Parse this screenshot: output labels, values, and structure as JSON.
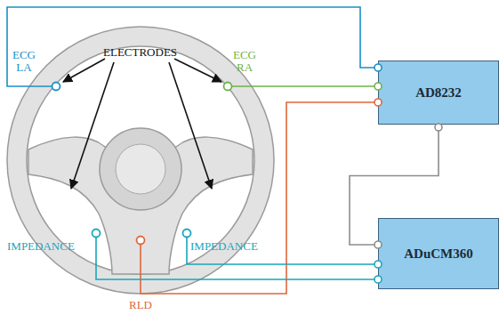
{
  "diagram": {
    "nodes": [
      {
        "text": [
          "AD8232"
        ]
      },
      {
        "text": [
          "ADuCM360"
        ]
      }
    ],
    "edges": [
      {
        "from": 0,
        "to": 1,
        "arrow": "none"
      }
    ],
    "labels": [
      "ECG LA",
      "ECG RA",
      "ELECTRODES",
      "IMPEDANCE",
      "IMPEDANCE",
      "RLD"
    ]
  }
}
